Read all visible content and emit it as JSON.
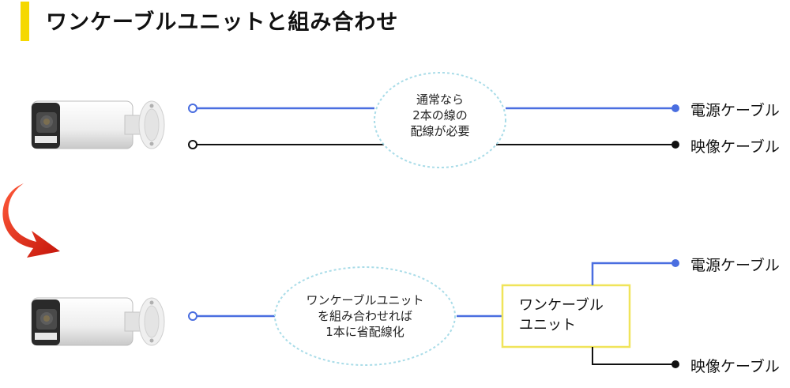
{
  "title": "ワンケーブルユニットと組み合わせ",
  "top": {
    "bubble_lines": [
      "通常なら",
      "2本の線の",
      "配線が必要"
    ],
    "power_label": "電源ケーブル",
    "video_label": "映像ケーブル"
  },
  "bottom": {
    "bubble_lines": [
      "ワンケーブルユニット",
      "を組み合わせれば",
      "1本に省配線化"
    ],
    "unit_lines": [
      "ワンケーブル",
      "ユニット"
    ],
    "power_label": "電源ケーブル",
    "video_label": "映像ケーブル"
  },
  "colors": {
    "accent_bar": "#f5d800",
    "power_line": "#4a6ee0",
    "video_line": "#111111",
    "bubble_border": "#a9dce8",
    "unit_border": "#f0e45a",
    "arrow": "#e02010"
  },
  "icons": {
    "camera": "bullet-camera-icon",
    "arrow": "curved-arrow-icon"
  }
}
